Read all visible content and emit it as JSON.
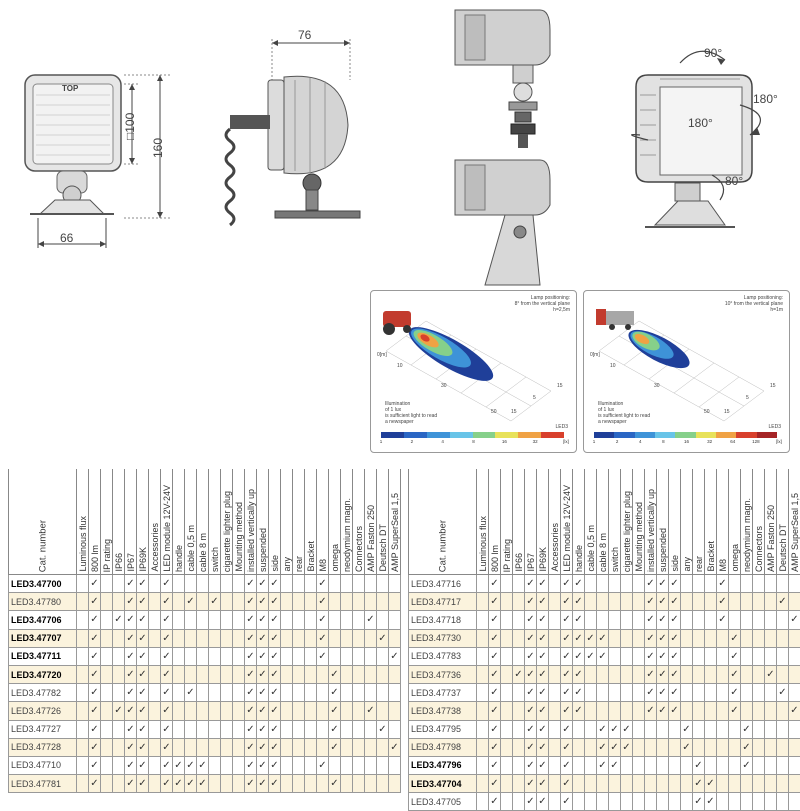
{
  "drawings": {
    "front_view": {
      "top_label": "TOP",
      "dim_width": "66",
      "dim_height": "160",
      "dim_lens": "□100"
    },
    "side_view": {
      "dim_depth": "76"
    },
    "rotation": {
      "angle_top": "90°",
      "angle_right": "180°",
      "angle_center": "180°",
      "angle_bottom": "80°"
    }
  },
  "beam_diagrams": [
    {
      "position_text": "Lamp positioning:\n8° from the vertical plane\nh=2,5m",
      "axis_labels": [
        "0[m]",
        "10",
        "30",
        "50",
        "15",
        "5",
        "15"
      ],
      "illumination_text": [
        "Illumination",
        "of 1 lux",
        "is sufficient light to read",
        "a newspaper"
      ],
      "model": "LED3",
      "scale_colors": [
        "#1f3f99",
        "#2a66c4",
        "#3e93d8",
        "#68c4e8",
        "#86d08a",
        "#e8e25a",
        "#f0a244",
        "#d8402c"
      ],
      "scale_labels": [
        "1",
        "2",
        "4",
        "8",
        "16",
        "32",
        "[lx]"
      ]
    },
    {
      "position_text": "Lamp positioning:\n10° from the vertical plane\nh=1m",
      "axis_labels": [
        "0[m]",
        "10",
        "30",
        "50",
        "15",
        "5",
        "15"
      ],
      "illumination_text": [
        "Illumination",
        "of 1 lux",
        "is sufficient light to read",
        "a newspaper"
      ],
      "model": "LED3",
      "scale_colors": [
        "#1f3f99",
        "#2a66c4",
        "#3e93d8",
        "#68c4e8",
        "#86d08a",
        "#e8e25a",
        "#f0a244",
        "#d8402c",
        "#a52426"
      ],
      "scale_labels": [
        "1",
        "2",
        "4",
        "8",
        "16",
        "32",
        "64",
        "128",
        "[lx]"
      ]
    }
  ],
  "table": {
    "columns": [
      "Cat. number",
      "Luminous flux",
      "800 lm",
      "IP rating",
      "IP66",
      "IP67",
      "IP69K",
      "Accessories",
      "LED module 12V-24V",
      "handle",
      "cable 0,5 m",
      "cable 8 m",
      "switch",
      "cigarette lighter plug",
      "Mounting method",
      "installed vertically up",
      "suspended",
      "side",
      "any",
      "rear",
      "Bracket",
      "M8",
      "omega",
      "neodymium magn.",
      "Connectors",
      "AMP Faston 250",
      "Deutsch DT",
      "AMP SuperSeal 1,5"
    ],
    "check": "✓",
    "left_rows": [
      {
        "cat": "LED3.47700",
        "bold": true,
        "checks": [
          0,
          1,
          0,
          0,
          1,
          1,
          0,
          1,
          0,
          0,
          0,
          0,
          0,
          0,
          1,
          1,
          1,
          0,
          0,
          0,
          1,
          0,
          0,
          0,
          0,
          0,
          0
        ]
      },
      {
        "cat": "LED3.47780",
        "bold": false,
        "checks": [
          0,
          1,
          0,
          0,
          1,
          1,
          0,
          1,
          0,
          1,
          0,
          1,
          0,
          0,
          1,
          1,
          1,
          0,
          0,
          0,
          1,
          0,
          0,
          0,
          0,
          0,
          0
        ]
      },
      {
        "cat": "LED3.47706",
        "bold": true,
        "checks": [
          0,
          1,
          0,
          1,
          1,
          1,
          0,
          1,
          0,
          0,
          0,
          0,
          0,
          0,
          1,
          1,
          1,
          0,
          0,
          0,
          1,
          0,
          0,
          0,
          1,
          0,
          0
        ]
      },
      {
        "cat": "LED3.47707",
        "bold": true,
        "checks": [
          0,
          1,
          0,
          0,
          1,
          1,
          0,
          1,
          0,
          0,
          0,
          0,
          0,
          0,
          1,
          1,
          1,
          0,
          0,
          0,
          1,
          0,
          0,
          0,
          0,
          1,
          0
        ]
      },
      {
        "cat": "LED3.47711",
        "bold": true,
        "checks": [
          0,
          1,
          0,
          0,
          1,
          1,
          0,
          1,
          0,
          0,
          0,
          0,
          0,
          0,
          1,
          1,
          1,
          0,
          0,
          0,
          1,
          0,
          0,
          0,
          0,
          0,
          1
        ]
      },
      {
        "cat": "LED3.47720",
        "bold": true,
        "checks": [
          0,
          1,
          0,
          0,
          1,
          1,
          0,
          1,
          0,
          0,
          0,
          0,
          0,
          0,
          1,
          1,
          1,
          0,
          0,
          0,
          0,
          1,
          0,
          0,
          0,
          0,
          0
        ]
      },
      {
        "cat": "LED3.47782",
        "bold": false,
        "checks": [
          0,
          1,
          0,
          0,
          1,
          1,
          0,
          1,
          0,
          1,
          0,
          0,
          0,
          0,
          1,
          1,
          1,
          0,
          0,
          0,
          0,
          1,
          0,
          0,
          0,
          0,
          0
        ]
      },
      {
        "cat": "LED3.47726",
        "bold": false,
        "checks": [
          0,
          1,
          0,
          1,
          1,
          1,
          0,
          1,
          0,
          0,
          0,
          0,
          0,
          0,
          1,
          1,
          1,
          0,
          0,
          0,
          0,
          1,
          0,
          0,
          1,
          0,
          0
        ]
      },
      {
        "cat": "LED3.47727",
        "bold": false,
        "checks": [
          0,
          1,
          0,
          0,
          1,
          1,
          0,
          1,
          0,
          0,
          0,
          0,
          0,
          0,
          1,
          1,
          1,
          0,
          0,
          0,
          0,
          1,
          0,
          0,
          0,
          1,
          0
        ]
      },
      {
        "cat": "LED3.47728",
        "bold": false,
        "checks": [
          0,
          1,
          0,
          0,
          1,
          1,
          0,
          1,
          0,
          0,
          0,
          0,
          0,
          0,
          1,
          1,
          1,
          0,
          0,
          0,
          0,
          1,
          0,
          0,
          0,
          0,
          1
        ]
      },
      {
        "cat": "LED3.47710",
        "bold": false,
        "checks": [
          0,
          1,
          0,
          0,
          1,
          1,
          0,
          1,
          1,
          1,
          1,
          0,
          0,
          0,
          1,
          1,
          1,
          0,
          0,
          0,
          1,
          0,
          0,
          0,
          0,
          0,
          0
        ]
      },
      {
        "cat": "LED3.47781",
        "bold": false,
        "checks": [
          0,
          1,
          0,
          0,
          1,
          1,
          0,
          1,
          1,
          1,
          1,
          0,
          0,
          0,
          1,
          1,
          1,
          0,
          0,
          0,
          0,
          1,
          0,
          0,
          0,
          0,
          0
        ]
      }
    ],
    "right_rows": [
      {
        "cat": "LED3.47716",
        "bold": false,
        "checks": [
          0,
          1,
          0,
          0,
          1,
          1,
          0,
          1,
          1,
          0,
          0,
          0,
          0,
          0,
          1,
          1,
          1,
          0,
          0,
          0,
          1,
          0,
          0,
          0,
          0,
          0,
          0
        ]
      },
      {
        "cat": "LED3.47717",
        "bold": false,
        "checks": [
          0,
          1,
          0,
          0,
          1,
          1,
          0,
          1,
          1,
          0,
          0,
          0,
          0,
          0,
          1,
          1,
          1,
          0,
          0,
          0,
          1,
          0,
          0,
          0,
          0,
          1,
          0
        ]
      },
      {
        "cat": "LED3.47718",
        "bold": false,
        "checks": [
          0,
          1,
          0,
          0,
          1,
          1,
          0,
          1,
          1,
          0,
          0,
          0,
          0,
          0,
          1,
          1,
          1,
          0,
          0,
          0,
          1,
          0,
          0,
          0,
          0,
          0,
          1
        ]
      },
      {
        "cat": "LED3.47730",
        "bold": false,
        "checks": [
          0,
          1,
          0,
          0,
          1,
          1,
          0,
          1,
          1,
          1,
          1,
          0,
          0,
          0,
          1,
          1,
          1,
          0,
          0,
          0,
          0,
          1,
          0,
          0,
          0,
          0,
          0
        ]
      },
      {
        "cat": "LED3.47783",
        "bold": false,
        "checks": [
          0,
          1,
          0,
          0,
          1,
          1,
          0,
          1,
          1,
          1,
          1,
          0,
          0,
          0,
          1,
          1,
          1,
          0,
          0,
          0,
          0,
          1,
          0,
          0,
          0,
          0,
          0
        ]
      },
      {
        "cat": "LED3.47736",
        "bold": false,
        "checks": [
          0,
          1,
          0,
          1,
          1,
          1,
          0,
          1,
          1,
          0,
          0,
          0,
          0,
          0,
          1,
          1,
          1,
          0,
          0,
          0,
          0,
          1,
          0,
          0,
          1,
          0,
          0
        ]
      },
      {
        "cat": "LED3.47737",
        "bold": false,
        "checks": [
          0,
          1,
          0,
          0,
          1,
          1,
          0,
          1,
          1,
          0,
          0,
          0,
          0,
          0,
          1,
          1,
          1,
          0,
          0,
          0,
          0,
          1,
          0,
          0,
          0,
          1,
          0
        ]
      },
      {
        "cat": "LED3.47738",
        "bold": false,
        "checks": [
          0,
          1,
          0,
          0,
          1,
          1,
          0,
          1,
          1,
          0,
          0,
          0,
          0,
          0,
          1,
          1,
          1,
          0,
          0,
          0,
          0,
          1,
          0,
          0,
          0,
          0,
          1
        ]
      },
      {
        "cat": "LED3.47795",
        "bold": false,
        "checks": [
          0,
          1,
          0,
          0,
          1,
          1,
          0,
          1,
          0,
          0,
          1,
          1,
          1,
          0,
          0,
          0,
          0,
          1,
          0,
          0,
          0,
          0,
          1,
          0,
          0,
          0,
          0
        ]
      },
      {
        "cat": "LED3.47798",
        "bold": false,
        "checks": [
          0,
          1,
          0,
          0,
          1,
          1,
          0,
          1,
          0,
          0,
          1,
          1,
          1,
          0,
          0,
          0,
          0,
          1,
          0,
          0,
          0,
          0,
          1,
          0,
          0,
          0,
          0
        ]
      },
      {
        "cat": "LED3.47796",
        "bold": true,
        "checks": [
          0,
          1,
          0,
          0,
          1,
          1,
          0,
          1,
          0,
          0,
          1,
          1,
          0,
          0,
          0,
          0,
          0,
          0,
          1,
          0,
          0,
          0,
          1,
          0,
          0,
          0,
          0
        ]
      },
      {
        "cat": "LED3.47704",
        "bold": true,
        "checks": [
          0,
          1,
          0,
          0,
          1,
          1,
          0,
          1,
          0,
          0,
          0,
          0,
          0,
          0,
          0,
          0,
          0,
          0,
          1,
          1,
          0,
          0,
          0,
          0,
          0,
          0,
          0
        ]
      },
      {
        "cat": "LED3.47705",
        "bold": false,
        "checks": [
          0,
          1,
          0,
          0,
          1,
          1,
          0,
          1,
          0,
          0,
          0,
          0,
          0,
          0,
          0,
          0,
          0,
          0,
          1,
          1,
          0,
          0,
          0,
          0,
          0,
          0,
          0
        ]
      }
    ]
  }
}
